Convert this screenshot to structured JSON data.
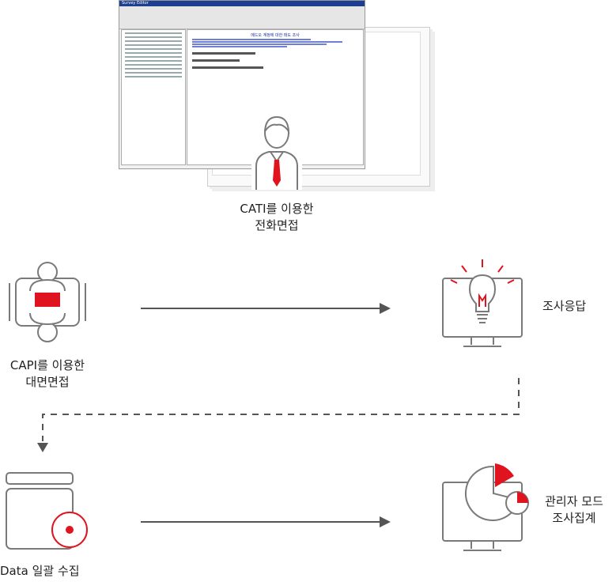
{
  "cati": {
    "label_line1": "CATI를 이용한",
    "label_line2": "전화면접"
  },
  "capi": {
    "label_line1": "CAPI를 이용한",
    "label_line2": "대면면접"
  },
  "response": {
    "label": "조사응답"
  },
  "data_collect": {
    "label": "Data 일괄 수집"
  },
  "admin": {
    "label_line1": "관리자 모드",
    "label_line2": "조사집계"
  },
  "screenshot": {
    "window_title": "Survey Editor",
    "doc_title": "메드오 계정에 대한 태도 조사"
  },
  "colors": {
    "accent": "#e0141e",
    "line": "#555555",
    "icon_gray": "#7a7a7a"
  },
  "icons": [
    "person-tie-icon",
    "meeting-table-icon",
    "lightbulb-monitor-icon",
    "archive-disc-icon",
    "pie-chart-monitor-icon"
  ]
}
